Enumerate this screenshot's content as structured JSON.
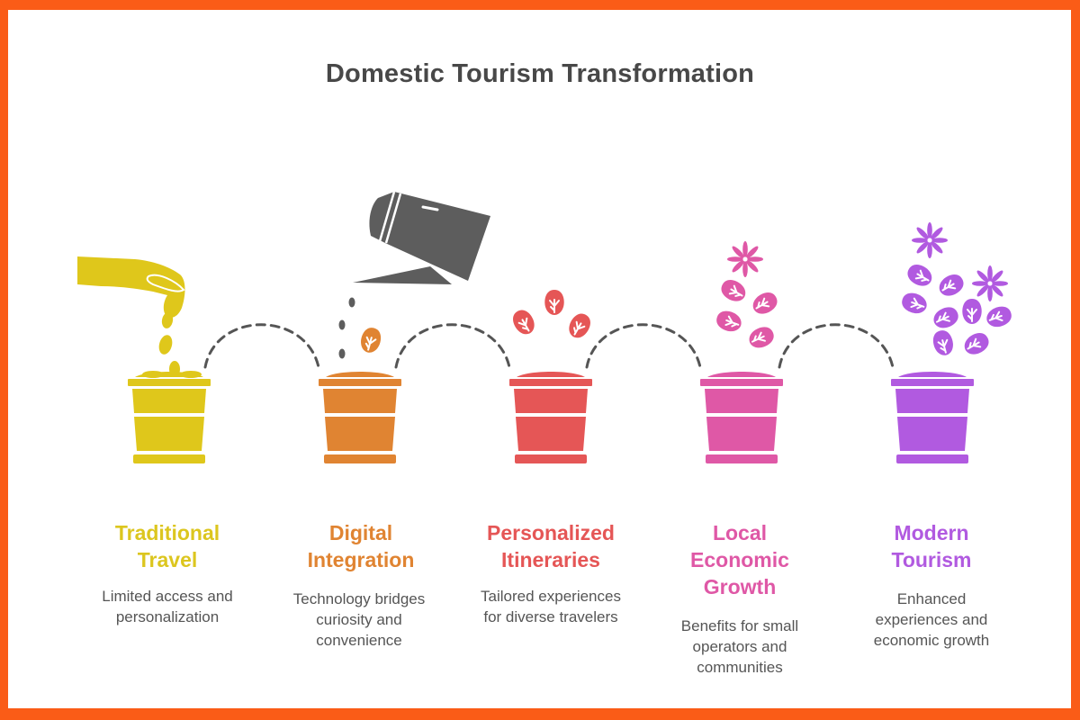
{
  "title": "Domestic Tourism Transformation",
  "colors": {
    "border": "#fa5c17",
    "title": "#484848",
    "description": "#555555",
    "connector": "#555555",
    "watering_can": "#5d5d5d"
  },
  "stages": [
    {
      "id": "traditional-travel",
      "title_lines": [
        "Traditional",
        "Travel"
      ],
      "description_lines": [
        "Limited access and",
        "personalization"
      ],
      "color": "#dfc71b",
      "title_color": "#dcc61f",
      "icon": "hand-dropping-seeds-icon"
    },
    {
      "id": "digital-integration",
      "title_lines": [
        "Digital",
        "Integration"
      ],
      "description_lines": [
        "Technology bridges",
        "curiosity and",
        "convenience"
      ],
      "color": "#e08432",
      "title_color": "#e08432",
      "icon": "watering-can-icon"
    },
    {
      "id": "personalized-itineraries",
      "title_lines": [
        "Personalized",
        "Itineraries"
      ],
      "description_lines": [
        "Tailored experiences",
        "for diverse travelers"
      ],
      "color": "#e55656",
      "title_color": "#e55656",
      "icon": "sprouting-leaves-icon"
    },
    {
      "id": "local-economic-growth",
      "title_lines": [
        "Local",
        "Economic",
        "Growth"
      ],
      "description_lines": [
        "Benefits for small",
        "operators and",
        "communities"
      ],
      "color": "#df58a6",
      "title_color": "#df58a6",
      "icon": "flower-and-leaves-icon"
    },
    {
      "id": "modern-tourism",
      "title_lines": [
        "Modern",
        "Tourism"
      ],
      "description_lines": [
        "Enhanced",
        "experiences and",
        "economic growth"
      ],
      "color": "#b15ae0",
      "title_color": "#b15ae0",
      "icon": "blooming-plant-icon"
    }
  ]
}
